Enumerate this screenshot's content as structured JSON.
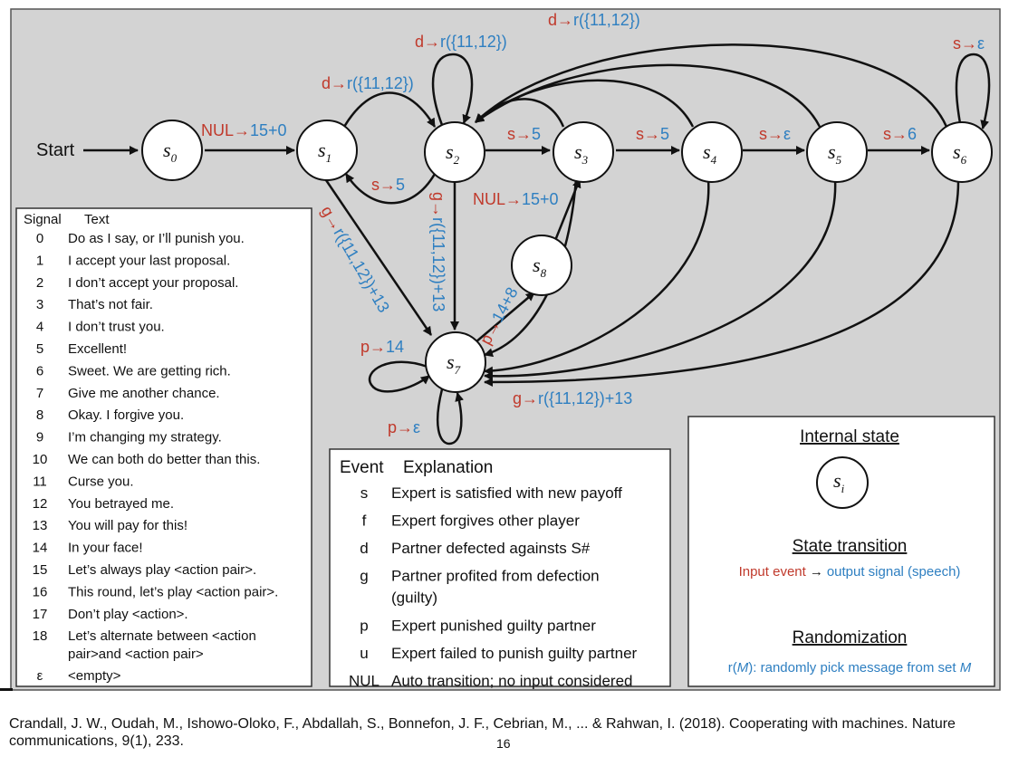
{
  "diagram": {
    "start_label": "Start",
    "states": [
      {
        "id": "s0",
        "base": "s",
        "sub": "0"
      },
      {
        "id": "s1",
        "base": "s",
        "sub": "1"
      },
      {
        "id": "s2",
        "base": "s",
        "sub": "2"
      },
      {
        "id": "s3",
        "base": "s",
        "sub": "3"
      },
      {
        "id": "s4",
        "base": "s",
        "sub": "4"
      },
      {
        "id": "s5",
        "base": "s",
        "sub": "5"
      },
      {
        "id": "s6",
        "base": "s",
        "sub": "6"
      },
      {
        "id": "s7",
        "base": "s",
        "sub": "7"
      },
      {
        "id": "s8",
        "base": "s",
        "sub": "8"
      }
    ],
    "edge_labels": {
      "s0_s1": {
        "event": "NUL",
        "output": "15+0"
      },
      "s1_s2_top": {
        "event": "d",
        "output": "r({11,12})"
      },
      "s2_s1_bottom": {
        "event": "s",
        "output": "5"
      },
      "s2_self": {
        "event": "d",
        "output": "r({11,12})"
      },
      "s2_s3": {
        "event": "s",
        "output": "5"
      },
      "s3_s4": {
        "event": "s",
        "output": "5"
      },
      "s4_s5": {
        "event": "s",
        "output": "ε"
      },
      "s5_s6": {
        "event": "s",
        "output": "6"
      },
      "s6_self": {
        "event": "s",
        "output": "ε"
      },
      "top_back": {
        "event": "d",
        "output": "r({11,12})"
      },
      "s8_s3": {
        "event": "NUL",
        "output": "15+0"
      },
      "s1_s7": {
        "event": "g",
        "output": "r({11,12})+13"
      },
      "s2_s7": {
        "event": "g",
        "output": "r({11,12})+13"
      },
      "s7_s8": {
        "event": "p",
        "output": "14+8"
      },
      "s7_self_left": {
        "event": "p",
        "output": "14"
      },
      "s7_self_bottom": {
        "event": "p",
        "output": "ε"
      },
      "back_to_s7": {
        "event": "g",
        "output": "r({11,12})+13"
      }
    },
    "arrow": "→"
  },
  "signal_table": {
    "headers": [
      "Signal",
      "Text"
    ],
    "rows": [
      {
        "signal": "0",
        "text": "Do as I say, or I’ll punish you."
      },
      {
        "signal": "1",
        "text": "I accept your last proposal."
      },
      {
        "signal": "2",
        "text": "I don’t accept your proposal."
      },
      {
        "signal": "3",
        "text": "That’s not fair."
      },
      {
        "signal": "4",
        "text": "I don’t trust you."
      },
      {
        "signal": "5",
        "text": "Excellent!"
      },
      {
        "signal": "6",
        "text": "Sweet. We are getting rich."
      },
      {
        "signal": "7",
        "text": "Give me another chance."
      },
      {
        "signal": "8",
        "text": "Okay. I forgive you."
      },
      {
        "signal": "9",
        "text": "I’m changing my strategy."
      },
      {
        "signal": "10",
        "text": "We can both do better than this."
      },
      {
        "signal": "11",
        "text": "Curse you."
      },
      {
        "signal": "12",
        "text": "You betrayed me."
      },
      {
        "signal": "13",
        "text": "You will pay for this!"
      },
      {
        "signal": "14",
        "text": "In your face!"
      },
      {
        "signal": "15",
        "text": "Let’s always play <action pair>."
      },
      {
        "signal": "16",
        "text": "This round, let’s play <action pair>."
      },
      {
        "signal": "17",
        "text": "Don’t play <action>."
      },
      {
        "signal": "18",
        "text": "Let’s alternate between <action",
        "text2": "pair>and <action pair>"
      },
      {
        "signal": "ε",
        "text": "<empty>"
      }
    ]
  },
  "event_table": {
    "headers": [
      "Event",
      "Explanation"
    ],
    "rows": [
      {
        "event": "s",
        "text": "Expert is satisfied with new payoff"
      },
      {
        "event": "f",
        "text": "Expert forgives other player"
      },
      {
        "event": "d",
        "text": "Partner defected againsts S#"
      },
      {
        "event": "g",
        "text": "Partner profited from defection",
        "text2": "(guilty)"
      },
      {
        "event": "p",
        "text": "Expert punished guilty partner"
      },
      {
        "event": "u",
        "text": "Expert failed to punish guilty partner"
      },
      {
        "event": "NUL",
        "text": "Auto transition; no input considered"
      }
    ]
  },
  "legend": {
    "internal_state_title": "Internal state",
    "internal_state_base": "s",
    "internal_state_sub": "i",
    "state_transition_title": "State transition",
    "transition_input": "Input event",
    "transition_arrow": "→",
    "transition_output": "output signal (speech)",
    "randomization_title": "Randomization",
    "random_prefix": "r(",
    "random_M": "M",
    "random_mid": "): randomly pick message from set ",
    "random_M2": "M"
  },
  "footer": {
    "citation": "Crandall, J. W., Oudah, M., Ishowo-Oloko, F., Abdallah, S., Bonnefon, J. F., Cebrian, M., ... & Rahwan, I. (2018). Cooperating with machines. Nature communications, 9(1), 233.",
    "page_number": "16"
  },
  "colors": {
    "background": "#d3d3d3",
    "input_event": "#c0392b",
    "output_signal": "#2e7fc1"
  }
}
